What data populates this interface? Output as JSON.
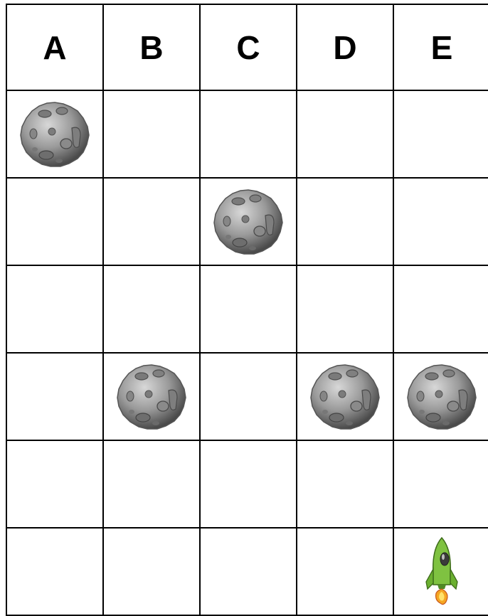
{
  "columns": [
    "A",
    "B",
    "C",
    "D",
    "E"
  ],
  "grid": [
    [
      "asteroid",
      "",
      "",
      "",
      ""
    ],
    [
      "",
      "",
      "asteroid",
      "",
      ""
    ],
    [
      "",
      "",
      "",
      "",
      ""
    ],
    [
      "",
      "asteroid",
      "",
      "asteroid",
      "asteroid"
    ],
    [
      "",
      "",
      "",
      "",
      ""
    ],
    [
      "",
      "",
      "",
      "",
      "rocket"
    ]
  ],
  "icons": {
    "asteroid": "asteroid-icon",
    "rocket": "rocket-icon"
  },
  "colors": {
    "grid_line": "#000000",
    "asteroid": "#8f8f8f",
    "rocket_body": "#7fc241",
    "rocket_flame": "#f5a623"
  }
}
